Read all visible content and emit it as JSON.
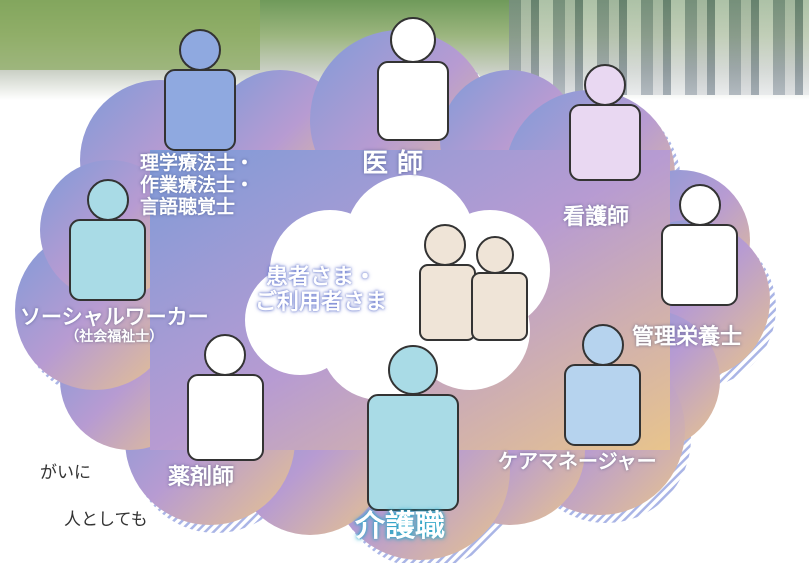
{
  "labels": {
    "doctor": "医 師",
    "nurse": "看護師",
    "therapist_line1": "理学療法士・",
    "therapist_line2": "作業療法士・",
    "therapist_line3": "言語聴覚士",
    "social_worker": "ソーシャルワーカー",
    "social_worker_sub": "（社会福祉士）",
    "patients_line1": "患者さま・",
    "patients_line2": "ご利用者さま",
    "dietitian": "管理栄養士",
    "pharmacist": "薬剤師",
    "care_manager": "ケアマネージャー",
    "care_worker": "介護職"
  },
  "cut_off_text": {
    "line1": "がいに",
    "line2": "人としても"
  },
  "icons": [
    "doctor-figure",
    "nurse-figure",
    "therapist-figure",
    "social-worker-figure",
    "elderly-couple-figure",
    "dietitian-figure",
    "pharmacist-figure",
    "care-manager-figure",
    "care-worker-figure"
  ],
  "colors": {
    "cloud_left": "#7f9bd8",
    "cloud_right": "#e3c08f",
    "cloud_mid": "#b79bd2",
    "care_worker_accent": "#2aa7c9"
  }
}
